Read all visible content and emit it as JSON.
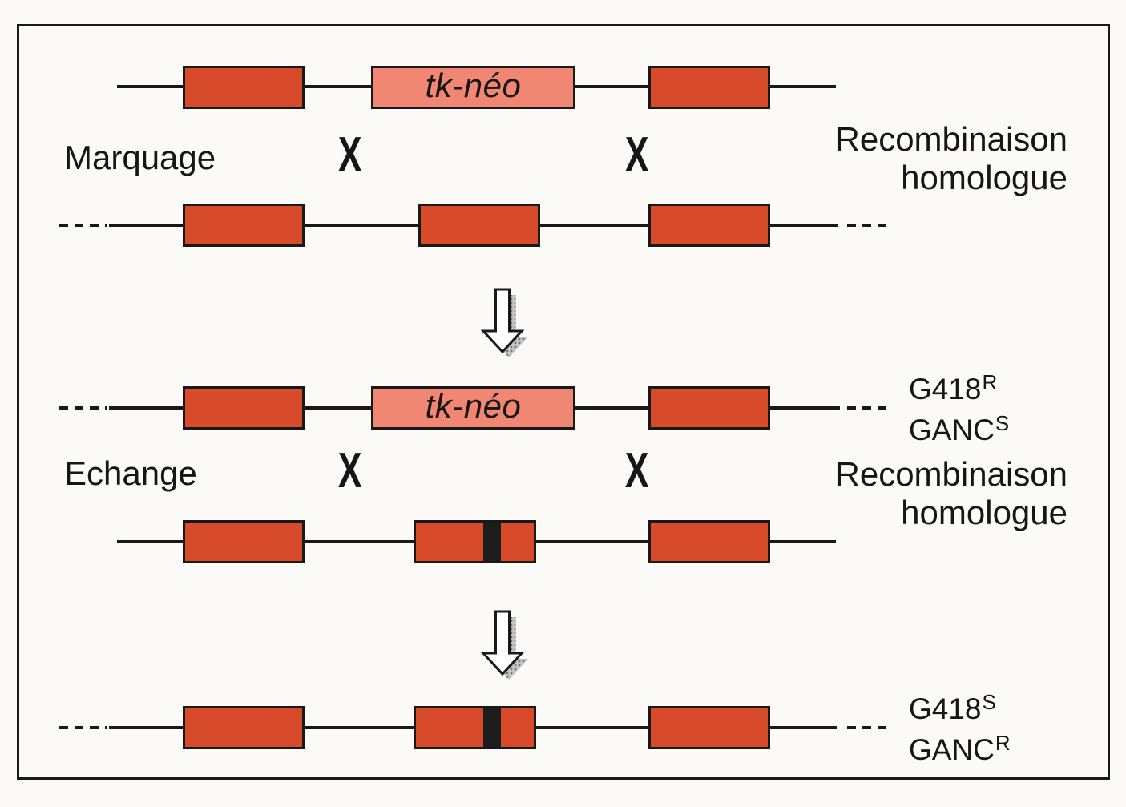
{
  "colors": {
    "background": "#fbfaf7",
    "frame": "#1a1a1a",
    "dna_line": "#191919",
    "box_border": "#191919",
    "exon_fill": "#d74b2b",
    "cassette_fill": "#f18672",
    "stripe_fill": "#1d1d1d",
    "arrow_fill": "#ffffff",
    "arrow_outline": "#191919",
    "arrow_shadow_dot": "#737373",
    "text": "#161616"
  },
  "labels": {
    "marquage": "Marquage",
    "echange": "Echange",
    "cross": "X",
    "recombination_line1": "Recombinaison",
    "recombination_line2": "homologue",
    "cassette": "tk-néo"
  },
  "phenotypes": {
    "after_marquage": [
      {
        "base": "G418",
        "sup": "R"
      },
      {
        "base": "GANC",
        "sup": "S"
      }
    ],
    "after_echange": [
      {
        "base": "G418",
        "sup": "S"
      },
      {
        "base": "GANC",
        "sup": "R"
      }
    ]
  }
}
